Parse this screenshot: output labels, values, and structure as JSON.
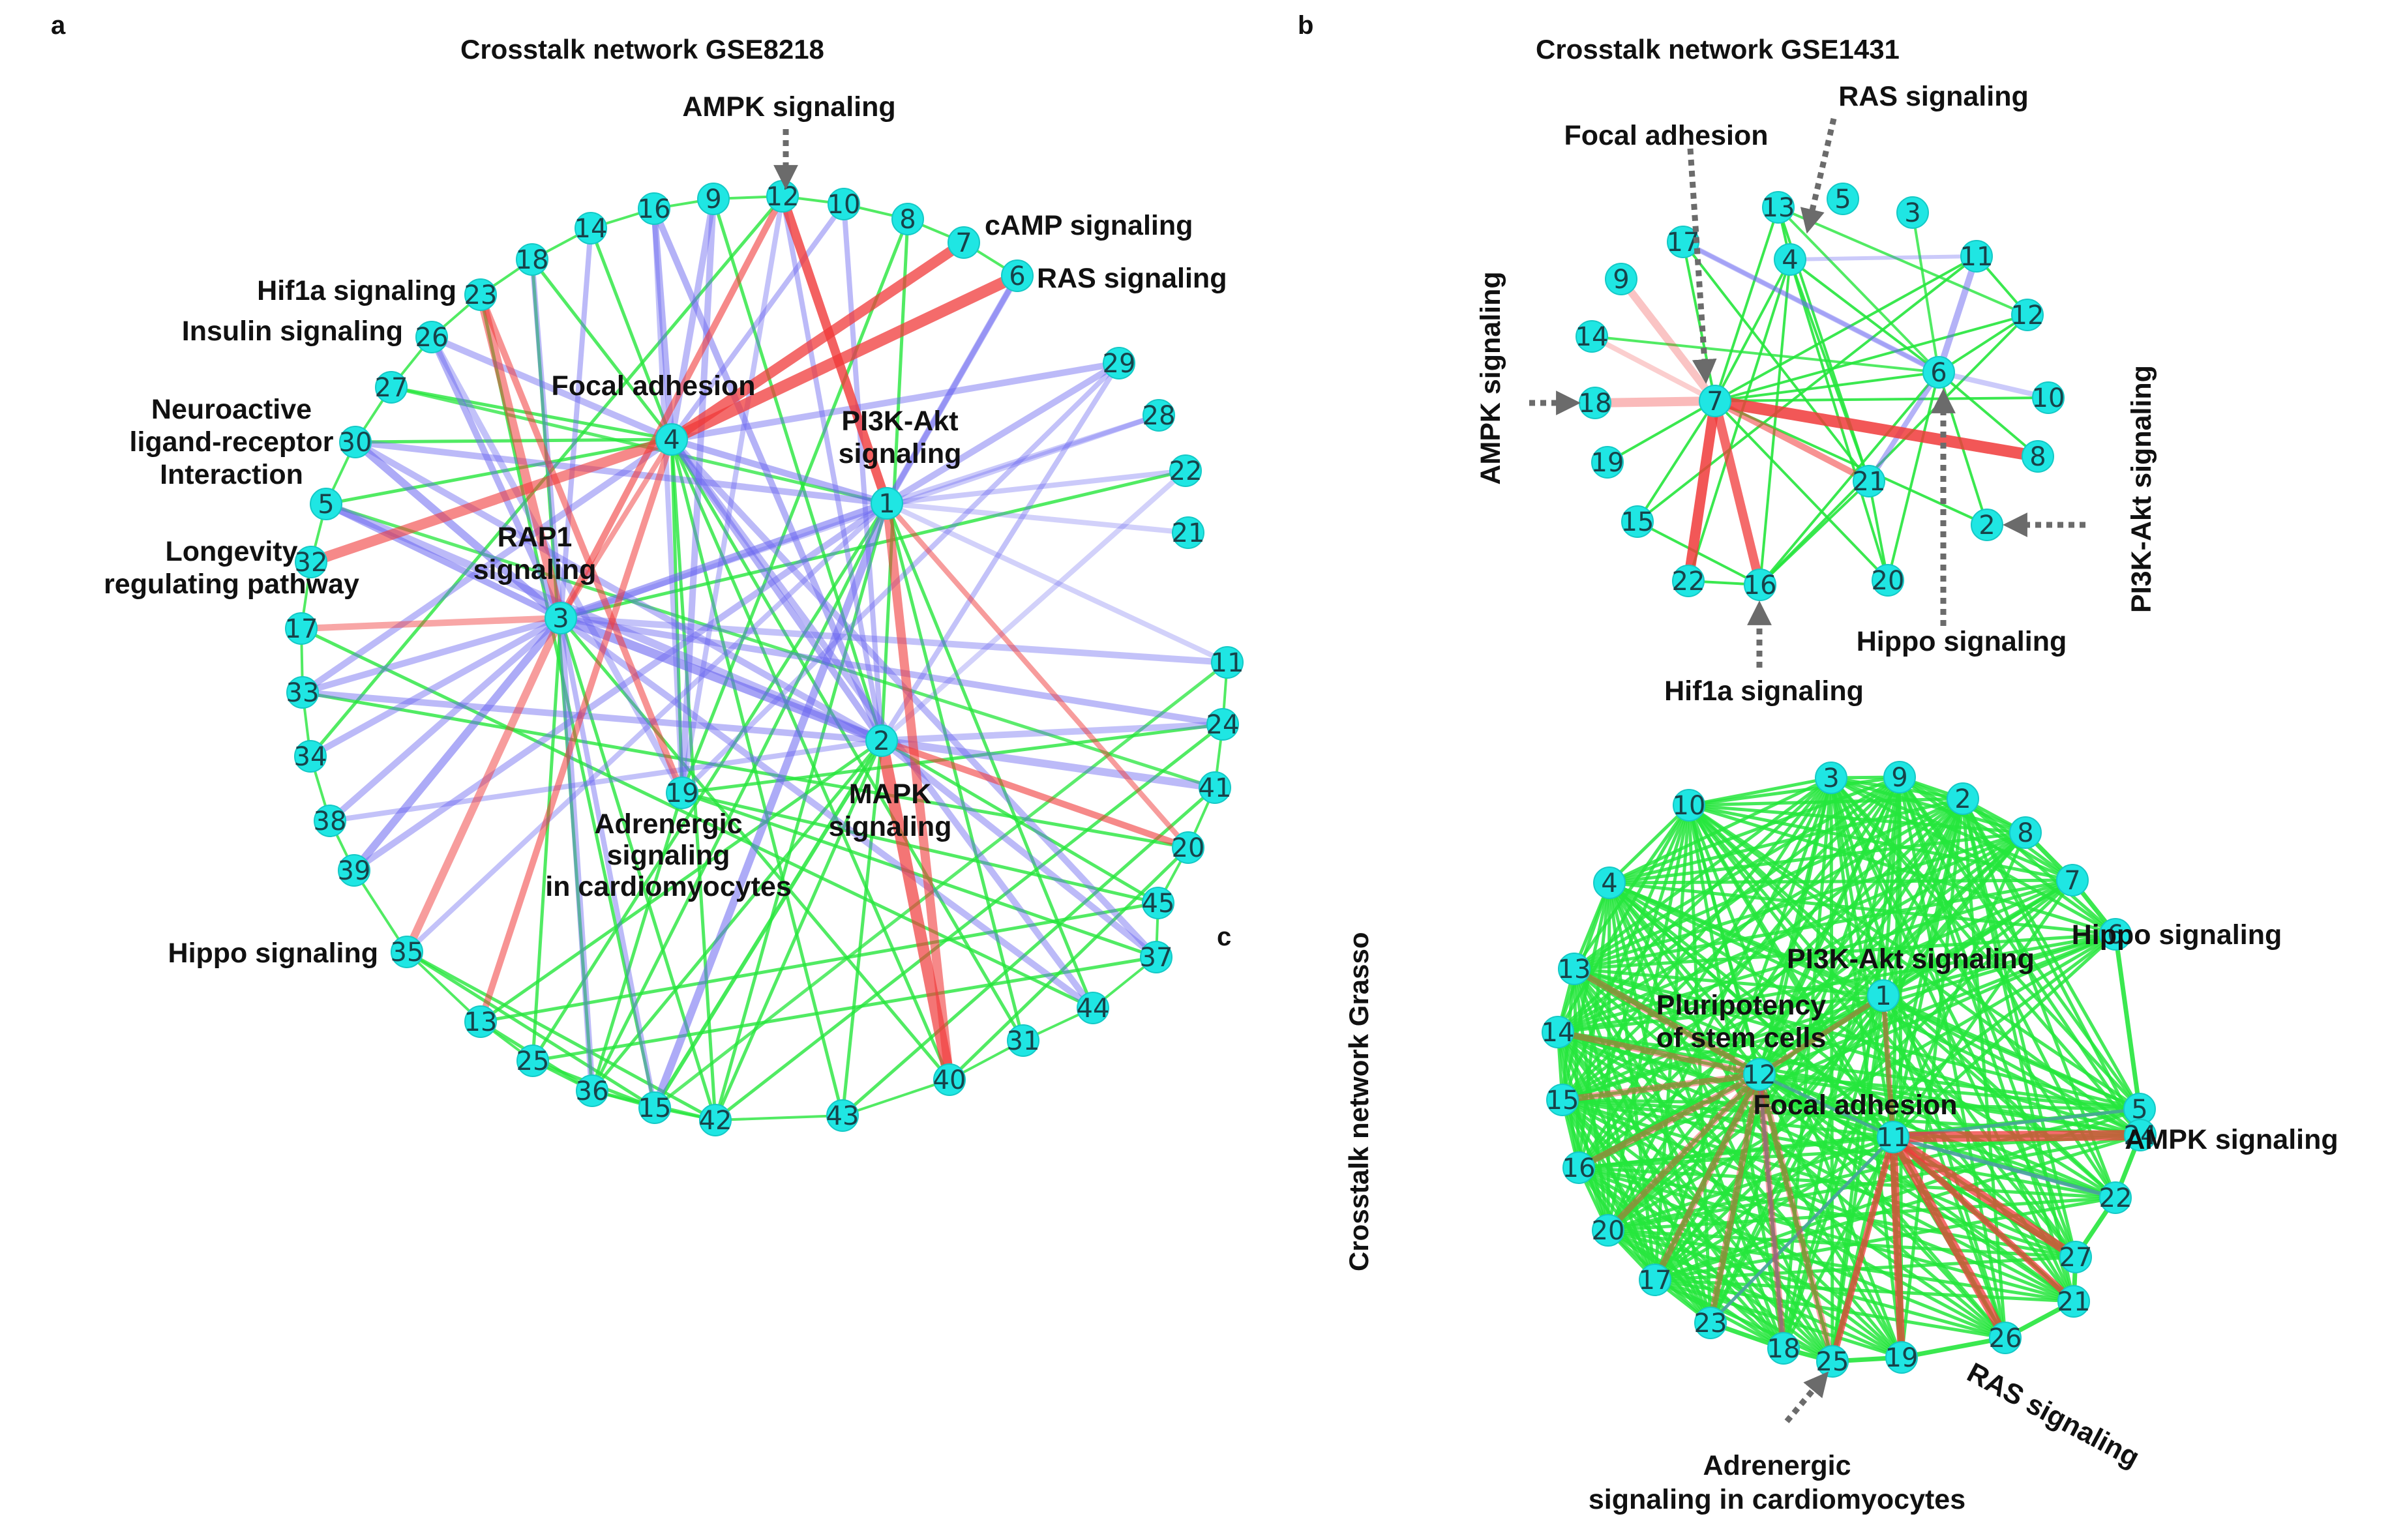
{
  "colors": {
    "node_fill": "#1fe6e3",
    "node_stroke": "#14c9c6",
    "edge_red": "#f03a3a",
    "edge_blue": "#6a66f0",
    "edge_green": "#25e63c",
    "arrow": "#6b6b6b"
  },
  "panels": [
    {
      "id": "a",
      "letter": "a",
      "title": "Crosstalk network GSE8218",
      "nodes": [
        "1",
        "2",
        "3",
        "4",
        "5",
        "6",
        "7",
        "8",
        "9",
        "10",
        "11",
        "12",
        "13",
        "14",
        "15",
        "16",
        "17",
        "18",
        "19",
        "20",
        "21",
        "22",
        "23",
        "24",
        "25",
        "26",
        "27",
        "28",
        "29",
        "30",
        "31",
        "32",
        "33",
        "34",
        "35",
        "36",
        "37",
        "38",
        "39",
        "40",
        "41",
        "42",
        "43",
        "44",
        "45"
      ],
      "annotations": [
        {
          "lines": [
            "AMPK signaling"
          ]
        },
        {
          "lines": [
            "cAMP signaling"
          ]
        },
        {
          "lines": [
            "RAS signaling"
          ]
        },
        {
          "lines": [
            "Hif1a signaling"
          ]
        },
        {
          "lines": [
            "Insulin signaling"
          ]
        },
        {
          "lines": [
            "Neuroactive",
            "ligand-receptor",
            "Interaction"
          ]
        },
        {
          "lines": [
            "Longevity",
            "regulating pathway"
          ]
        },
        {
          "lines": [
            "Focal adhesion"
          ]
        },
        {
          "lines": [
            "PI3K-Akt",
            "signaling"
          ]
        },
        {
          "lines": [
            "RAP1",
            "signaling"
          ]
        },
        {
          "lines": [
            "Adrenergic",
            "signaling",
            "in cardiomyocytes"
          ]
        },
        {
          "lines": [
            "MAPK",
            "signaling"
          ]
        },
        {
          "lines": [
            "Hippo signaling"
          ]
        }
      ]
    },
    {
      "id": "b",
      "letter": "b",
      "title": "Crosstalk network GSE1431",
      "nodes": [
        "2",
        "3",
        "4",
        "5",
        "6",
        "7",
        "8",
        "9",
        "10",
        "11",
        "12",
        "13",
        "14",
        "15",
        "16",
        "17",
        "18",
        "19",
        "20",
        "21",
        "22"
      ],
      "annotations": [
        {
          "lines": [
            "RAS signaling"
          ]
        },
        {
          "lines": [
            "Focal adhesion"
          ]
        },
        {
          "lines": [
            "AMPK signaling"
          ]
        },
        {
          "lines": [
            "PI3K-Akt signaling"
          ]
        },
        {
          "lines": [
            "Hippo signaling"
          ]
        },
        {
          "lines": [
            "Hif1a signaling"
          ]
        }
      ]
    },
    {
      "id": "c",
      "letter": "c",
      "title": "Crosstalk network Grasso",
      "nodes": [
        "1",
        "2",
        "3",
        "4",
        "5",
        "6",
        "7",
        "8",
        "9",
        "10",
        "11",
        "12",
        "13",
        "14",
        "15",
        "16",
        "17",
        "18",
        "19",
        "20",
        "21",
        "22",
        "23",
        "24",
        "25",
        "26",
        "27"
      ],
      "annotations": [
        {
          "lines": [
            "Hippo signaling"
          ]
        },
        {
          "lines": [
            "PI3K-Akt signaling"
          ]
        },
        {
          "lines": [
            "Pluripotency",
            "of stem cells"
          ]
        },
        {
          "lines": [
            "Focal adhesion"
          ]
        },
        {
          "lines": [
            "AMPK signaling"
          ]
        },
        {
          "lines": [
            "RAS signaling"
          ]
        },
        {
          "lines": [
            "Adrenergic",
            "signaling in cardiomyocytes"
          ]
        }
      ]
    }
  ]
}
